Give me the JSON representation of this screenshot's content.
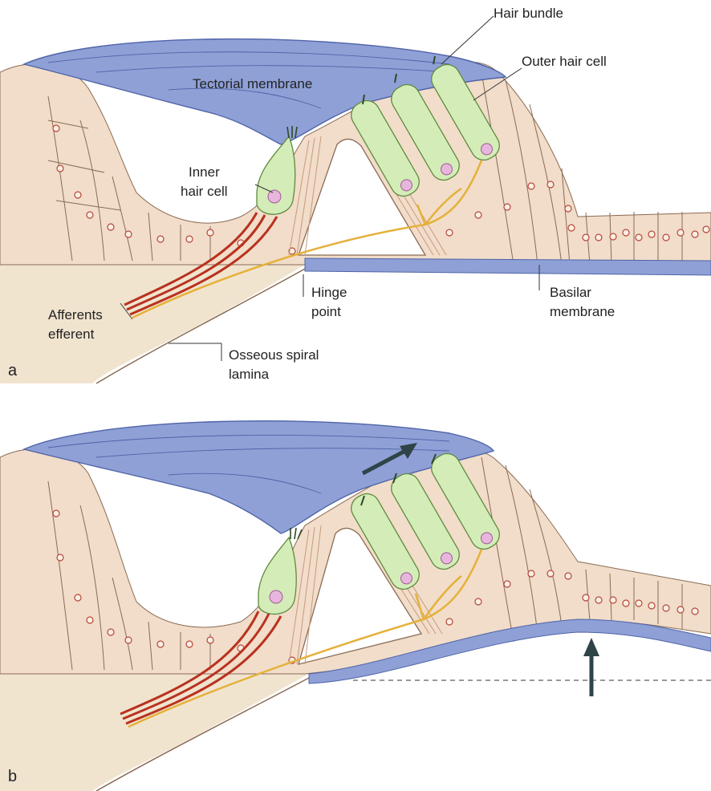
{
  "colors": {
    "tissue": "#f1ddc9",
    "tissue_stroke": "#8a6b55",
    "membrane": "#8ea0d6",
    "membrane_dark": "#4f63a8",
    "hair_cell": "#d4edb8",
    "hair_cell_stroke": "#5f8a3d",
    "afferent": "#b8321f",
    "efferent": "#e4b13a",
    "nucleus": "#e7b6dc",
    "bone": "#f1e4cf",
    "arrow": "#2f4447"
  },
  "panels": [
    {
      "letter": "a",
      "labels": {
        "hair_bundle": "Hair bundle",
        "outer_hair_cell": "Outer hair cell",
        "tectorial_membrane": "Tectorial membrane",
        "inner_hair_cell_1": "Inner",
        "inner_hair_cell_2": "hair cell",
        "afferents": "Afferents",
        "efferent": "efferent",
        "hinge_1": "Hinge",
        "hinge_2": "point",
        "basilar_1": "Basilar",
        "basilar_2": "membrane",
        "osseous_1": "Osseous spiral",
        "osseous_2": "lamina"
      }
    },
    {
      "letter": "b"
    }
  ]
}
